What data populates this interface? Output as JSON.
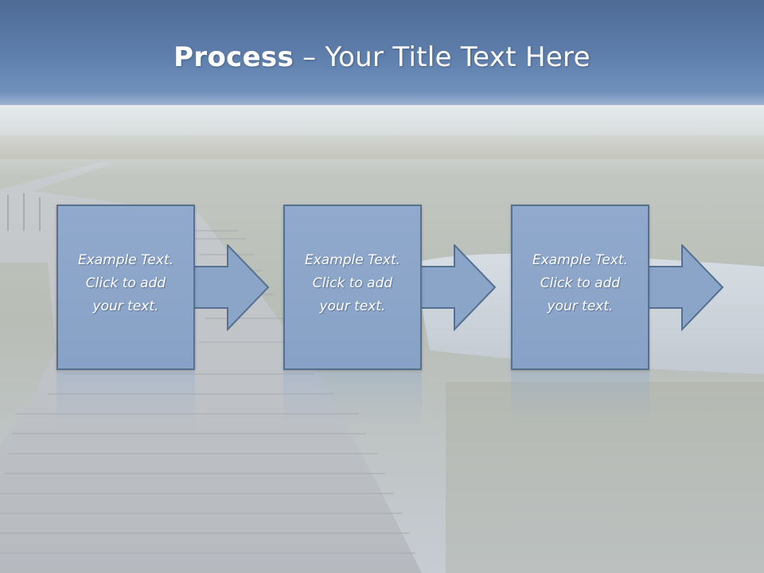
{
  "slide": {
    "title_bold": "Process",
    "title_rest": " – Your Title Text Here"
  },
  "steps": [
    {
      "text": "Example Text.\nClick  to add\nyour text."
    },
    {
      "text": "Example Text.\nClick  to add\nyour text."
    },
    {
      "text": "Example Text.\nClick  to add\nyour text."
    }
  ],
  "colors": {
    "header": "#5f7fac",
    "box_fill": "#8ba5c9",
    "box_border": "#56708f",
    "text": "#ffffff"
  }
}
